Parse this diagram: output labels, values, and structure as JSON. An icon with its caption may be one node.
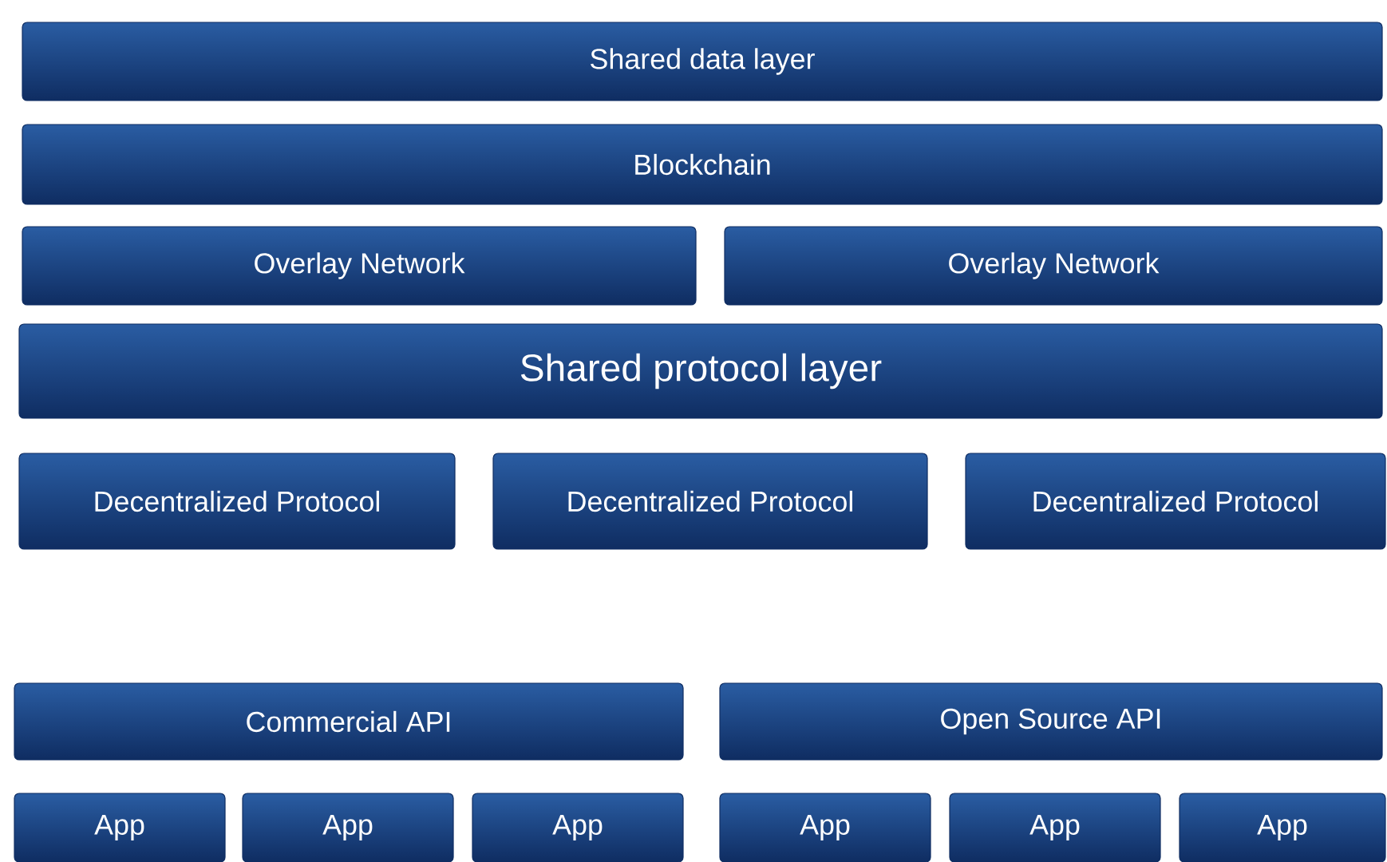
{
  "diagram": {
    "nodes": [
      {
        "text": [
          "Shared data layer"
        ]
      },
      {
        "text": [
          "Blockchain"
        ]
      },
      {
        "text": [
          "Overlay Network"
        ]
      },
      {
        "text": [
          "Overlay Network"
        ]
      },
      {
        "text": [
          "Shared protocol layer"
        ]
      },
      {
        "text": [
          "Decentralized Protocol"
        ]
      },
      {
        "text": [
          "Decentralized Protocol"
        ]
      },
      {
        "text": [
          "Decentralized Protocol"
        ]
      },
      {
        "text": [
          "Commercial API"
        ]
      },
      {
        "text": [
          "Open Source API"
        ]
      },
      {
        "text": [
          "App"
        ]
      },
      {
        "text": [
          "App"
        ]
      },
      {
        "text": [
          "App"
        ]
      },
      {
        "text": [
          "App"
        ]
      },
      {
        "text": [
          "App"
        ]
      },
      {
        "text": [
          "App"
        ]
      }
    ]
  }
}
